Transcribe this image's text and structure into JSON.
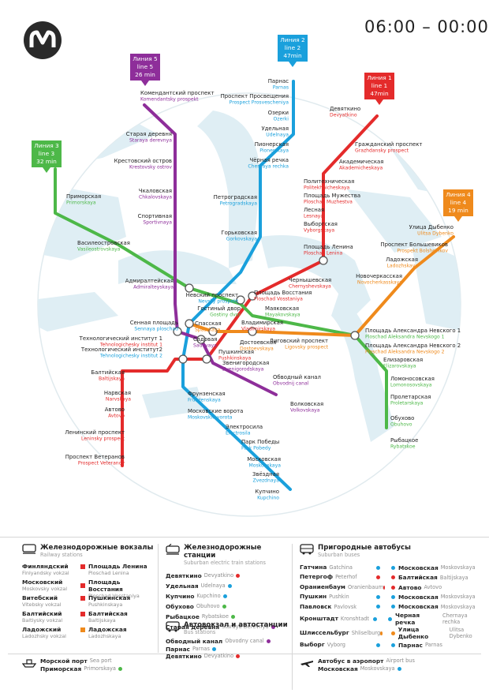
{
  "hours": "06:00 – 00:00",
  "colors": {
    "red": "#e42b2b",
    "blue": "#1aa0dc",
    "green": "#4db848",
    "orange": "#ef8a1c",
    "purple": "#8e2e9a",
    "water": "#dfeef4"
  },
  "lines": [
    {
      "id": "l1",
      "ru": "Линия 1",
      "en": "line 1",
      "time": "47min",
      "color": "#e42b2b"
    },
    {
      "id": "l2",
      "ru": "Линия 2",
      "en": "line 2",
      "time": "47min",
      "color": "#1aa0dc"
    },
    {
      "id": "l3",
      "ru": "Линия 3",
      "en": "line 3",
      "time": "32 min",
      "color": "#4db848"
    },
    {
      "id": "l4",
      "ru": "Линия 4",
      "en": "line 4",
      "time": "19 min",
      "color": "#ef8a1c"
    },
    {
      "id": "l5",
      "ru": "Линия 5",
      "en": "line 5",
      "time": "26 min",
      "color": "#8e2e9a"
    }
  ],
  "stations": [
    {
      "ru": "Девяткино",
      "en": "Devyatkino",
      "c": "#e42b2b"
    },
    {
      "ru": "Гражданский проспект",
      "en": "Grazhdansky prospect",
      "c": "#e42b2b"
    },
    {
      "ru": "Академическая",
      "en": "Akademicheskaya",
      "c": "#e42b2b"
    },
    {
      "ru": "Политехническая",
      "en": "Politekhnicheskaya",
      "c": "#e42b2b"
    },
    {
      "ru": "Площадь Мужества",
      "en": "Ploschad Muzhestva",
      "c": "#e42b2b"
    },
    {
      "ru": "Лесная",
      "en": "Lesnaya",
      "c": "#e42b2b"
    },
    {
      "ru": "Выборгская",
      "en": "Vyborgskaya",
      "c": "#e42b2b"
    },
    {
      "ru": "Площадь Ленина",
      "en": "Ploschad Lenina",
      "c": "#e42b2b"
    },
    {
      "ru": "Чернышевская",
      "en": "Chernyshevskaya",
      "c": "#e42b2b"
    },
    {
      "ru": "Площадь Восстания",
      "en": "Ploschad Vosstaniya",
      "c": "#e42b2b"
    },
    {
      "ru": "Владимирская",
      "en": "Vladimirskaya",
      "c": "#e42b2b"
    },
    {
      "ru": "Пушкинская",
      "en": "Pushkinskaya",
      "c": "#e42b2b"
    },
    {
      "ru": "Технологический институт 1",
      "en": "Tehnologichesky institut 1",
      "c": "#e42b2b"
    },
    {
      "ru": "Балтийская",
      "en": "Baltijskaya",
      "c": "#e42b2b"
    },
    {
      "ru": "Нарвская",
      "en": "Narvskaya",
      "c": "#e42b2b"
    },
    {
      "ru": "Автово",
      "en": "Avtovo",
      "c": "#e42b2b"
    },
    {
      "ru": "Ленинский проспект",
      "en": "Leninsky prospect",
      "c": "#e42b2b"
    },
    {
      "ru": "Проспект Ветеранов",
      "en": "Prospect Veteranov",
      "c": "#e42b2b"
    },
    {
      "ru": "Парнас",
      "en": "Parnas",
      "c": "#1aa0dc"
    },
    {
      "ru": "Проспект Просвещения",
      "en": "Prospect Prosvescheniya",
      "c": "#1aa0dc"
    },
    {
      "ru": "Озерки",
      "en": "Ozerki",
      "c": "#1aa0dc"
    },
    {
      "ru": "Удельная",
      "en": "Udelnaya",
      "c": "#1aa0dc"
    },
    {
      "ru": "Пионерская",
      "en": "Pionerskaya",
      "c": "#1aa0dc"
    },
    {
      "ru": "Чёрная речка",
      "en": "Chernaya rechka",
      "c": "#1aa0dc"
    },
    {
      "ru": "Петроградская",
      "en": "Petrogradskaya",
      "c": "#1aa0dc"
    },
    {
      "ru": "Горьковская",
      "en": "Gorkovskaya",
      "c": "#1aa0dc"
    },
    {
      "ru": "Невский проспект",
      "en": "Nevsky prospekt",
      "c": "#1aa0dc"
    },
    {
      "ru": "Сенная площадь",
      "en": "Sennaya ploschad",
      "c": "#1aa0dc"
    },
    {
      "ru": "Технологический институт2",
      "en": "Tehnologichesky institut 2",
      "c": "#1aa0dc"
    },
    {
      "ru": "Фрунзенская",
      "en": "Frunzenskaya",
      "c": "#1aa0dc"
    },
    {
      "ru": "Московские ворота",
      "en": "Moskovskie vorota",
      "c": "#1aa0dc"
    },
    {
      "ru": "Электросила",
      "en": "Electrosila",
      "c": "#1aa0dc"
    },
    {
      "ru": "Парк Победы",
      "en": "Park Pobedy",
      "c": "#1aa0dc"
    },
    {
      "ru": "Московская",
      "en": "Moskovskaya",
      "c": "#1aa0dc"
    },
    {
      "ru": "Звёздная",
      "en": "Zvezdnaya",
      "c": "#1aa0dc"
    },
    {
      "ru": "Купчино",
      "en": "Kupchino",
      "c": "#1aa0dc"
    },
    {
      "ru": "Приморская",
      "en": "Primorskaya",
      "c": "#4db848"
    },
    {
      "ru": "Василеостровская",
      "en": "Vasileostrovskaya",
      "c": "#4db848"
    },
    {
      "ru": "Гостиный двор",
      "en": "Gostiny dvor",
      "c": "#4db848"
    },
    {
      "ru": "Маяковская",
      "en": "Mayakovskaya",
      "c": "#4db848"
    },
    {
      "ru": "Площадь Александра Невского 1",
      "en": "Ploschad Aleksandra Nevskogo 1",
      "c": "#4db848"
    },
    {
      "ru": "Елизаровская",
      "en": "Elizarovskaya",
      "c": "#4db848"
    },
    {
      "ru": "Ломоносовская",
      "en": "Lomonosovskaya",
      "c": "#4db848"
    },
    {
      "ru": "Пролетарская",
      "en": "Proletarskaya",
      "c": "#4db848"
    },
    {
      "ru": "Обухово",
      "en": "Obuhovo",
      "c": "#4db848"
    },
    {
      "ru": "Рыбацкое",
      "en": "Rybatskoe",
      "c": "#4db848"
    },
    {
      "ru": "Улица Дыбенко",
      "en": "Ulitsa Dybenko",
      "c": "#ef8a1c"
    },
    {
      "ru": "Проспект Большевиков",
      "en": "Prospekt Bolshevikov",
      "c": "#ef8a1c"
    },
    {
      "ru": "Ладожская",
      "en": "Ladozhskaya",
      "c": "#ef8a1c"
    },
    {
      "ru": "Новочеркасская",
      "en": "Novocherkasskaya",
      "c": "#ef8a1c"
    },
    {
      "ru": "Площадь Александра Невского 2",
      "en": "Ploschad Aleksandra Nevskogo 2",
      "c": "#ef8a1c"
    },
    {
      "ru": "Лиговский проспект",
      "en": "Ligovsky prospect",
      "c": "#ef8a1c"
    },
    {
      "ru": "Достоевская",
      "en": "Dostoevskaya",
      "c": "#ef8a1c"
    },
    {
      "ru": "Спасская",
      "en": "Spasskaya",
      "c": "#ef8a1c"
    },
    {
      "ru": "Комендантский проспект",
      "en": "Komendantsky prospekt",
      "c": "#8e2e9a"
    },
    {
      "ru": "Старая деревня",
      "en": "Staraya derevnya",
      "c": "#8e2e9a"
    },
    {
      "ru": "Крестовский остров",
      "en": "Krestovsky ostrov",
      "c": "#8e2e9a"
    },
    {
      "ru": "Чкаловская",
      "en": "Chkalovskaya",
      "c": "#8e2e9a"
    },
    {
      "ru": "Спортивная",
      "en": "Sportivnaya",
      "c": "#8e2e9a"
    },
    {
      "ru": "Адмиралтейская",
      "en": "Admiralteyskaya",
      "c": "#8e2e9a"
    },
    {
      "ru": "Садовая",
      "en": "Sadovaya",
      "c": "#8e2e9a"
    },
    {
      "ru": "Звенигородская",
      "en": "Zvenigorodskaya",
      "c": "#8e2e9a"
    },
    {
      "ru": "Обводный канал",
      "en": "Obvodnij canal",
      "c": "#8e2e9a"
    },
    {
      "ru": "Волковская",
      "en": "Volkovskaya",
      "c": "#8e2e9a"
    }
  ],
  "legend": {
    "railway": {
      "title": "Железнодорожные вокзалы",
      "sub": "Railway stations",
      "items": [
        {
          "ru": "Финляндский",
          "en": "Finlyandsky vokzal",
          "sru": "Площадь Ленина",
          "sen": "Ploschad Lenina",
          "c": "#e42b2b"
        },
        {
          "ru": "Московский",
          "en": "Moskovsky vokzal",
          "sru": "Площадь Восстания",
          "sen": "Ploschad Vosstaniya",
          "c": "#e42b2b"
        },
        {
          "ru": "Витебский",
          "en": "Vitebsky vokzal",
          "sru": "Пушкинская",
          "sen": "Pushkinskaya",
          "c": "#e42b2b"
        },
        {
          "ru": "Балтийский",
          "en": "Baltiysky vokzal",
          "sru": "Балтийская",
          "sen": "Baltijskaya",
          "c": "#e42b2b"
        },
        {
          "ru": "Ладожский",
          "en": "Ladozhsky vokzal",
          "sru": "Ладожская",
          "sen": "Ladozhskaya",
          "c": "#ef8a1c"
        }
      ]
    },
    "suburban": {
      "title": "Железнодорожные станции",
      "sub": "Suburban electric train stations",
      "items": [
        {
          "ru": "Девяткино",
          "en": "Devyatkino",
          "c": "#e42b2b"
        },
        {
          "ru": "Удельная",
          "en": "Udelnaya",
          "c": "#1aa0dc"
        },
        {
          "ru": "Купчино",
          "en": "Kupchino",
          "c": "#1aa0dc"
        },
        {
          "ru": "Обухово",
          "en": "Obuhovo",
          "c": "#4db848"
        },
        {
          "ru": "Рыбацкое",
          "en": "Rybatskoe",
          "c": "#4db848"
        },
        {
          "ru": "Старая деревня",
          "en": "Staraya Derevnya",
          "c": "#8e2e9a"
        }
      ]
    },
    "bus_stations": {
      "title": "Автовокзал и автостанции",
      "sub": "Bus stations",
      "items": [
        {
          "ru": "Обводный канал",
          "en": "Obvodny canal",
          "c": "#8e2e9a"
        },
        {
          "ru": "Парнас",
          "en": "Parnas",
          "c": "#1aa0dc"
        },
        {
          "ru": "Девяткино",
          "en": "Devyatkino",
          "c": "#e42b2b"
        }
      ]
    },
    "suburban_buses": {
      "title": "Пригородные автобусы",
      "sub": "Suburban buses",
      "items": [
        {
          "ru": "Гатчина",
          "en": "Gatchina",
          "c": "#1aa0dc",
          "sru": "Московская",
          "sen": "Moskovskaya",
          "sc": "#1aa0dc"
        },
        {
          "ru": "Петергоф",
          "en": "Peterhof",
          "c": "#e42b2b",
          "sru": "Балтийская",
          "sen": "Baltijskaya",
          "sc": "#e42b2b"
        },
        {
          "ru": "Ораниенбаум",
          "en": "Oranienbaum",
          "c": "#e42b2b",
          "sru": "Автово",
          "sen": "Avtovo",
          "sc": "#e42b2b"
        },
        {
          "ru": "Пушкин",
          "en": "Pushkin",
          "c": "#1aa0dc",
          "sru": "Московская",
          "sen": "Moskovskaya",
          "sc": "#1aa0dc"
        },
        {
          "ru": "Павловск",
          "en": "Pavlovsk",
          "c": "#1aa0dc",
          "sru": "Московская",
          "sen": "Moskovskaya",
          "sc": "#1aa0dc"
        },
        {
          "ru": "Кронштадт",
          "en": "Kronshtadt",
          "c": "#1aa0dc",
          "sru": "Черная речка",
          "sen": "Chernaya rechka",
          "sc": "#1aa0dc"
        },
        {
          "ru": "Шлиссельбург",
          "en": "Shliselburg",
          "c": "#ef8a1c",
          "sru": "Улица Дыбенко",
          "sen": "Ulitsa Dybenko",
          "sc": "#ef8a1c"
        },
        {
          "ru": "Выборг",
          "en": "Vyborg",
          "c": "#1aa0dc",
          "sru": "Парнас",
          "sen": "Parnas",
          "sc": "#1aa0dc"
        }
      ]
    },
    "sea_port": {
      "ru": "Морской порт",
      "en": "Sea port",
      "sru": "Приморская",
      "sen": "Primorskaya",
      "c": "#4db848"
    },
    "airport_bus": {
      "ru": "Автобус в аэропорт",
      "en": "Airport bus",
      "sru": "Московская",
      "sen": "Moskovskaya",
      "c": "#1aa0dc"
    }
  }
}
